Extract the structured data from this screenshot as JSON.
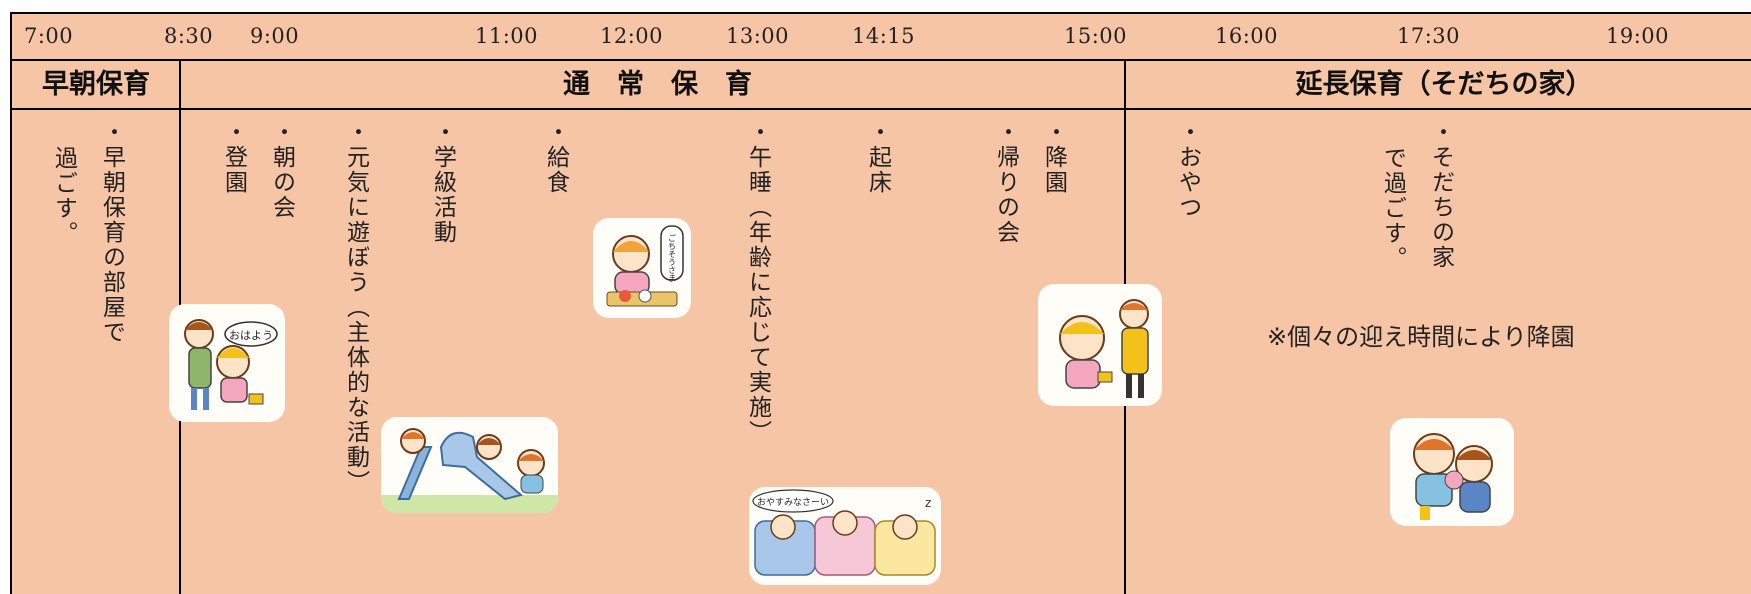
{
  "times": [
    "7:00",
    "8:30",
    "9:00",
    "11:00",
    "12:00",
    "13:00",
    "14:15",
    "15:00",
    "16:00",
    "17:30",
    "19:00"
  ],
  "sections": {
    "early": "早朝保育",
    "regular": "通　常　保　育",
    "extended": "延長保育（そだちの家）"
  },
  "activities": {
    "early_a": "・早朝保育の部屋で",
    "early_b": "過ごす。",
    "arrival": "・登園",
    "morning_meeting": "・朝の会",
    "play_a": "・元気に遊ぼう（主体的な活動）",
    "class_activity": "・学級活動",
    "lunch": "・給食",
    "nap": "・午睡（年齢に応じて実施）",
    "wake": "・起床",
    "goodbye": "・帰りの会",
    "departure": "・降園",
    "snack": "・おやつ",
    "sodachi_a": "・そだちの家",
    "sodachi_b": "で過ごす。"
  },
  "note": "※個々の迎え時間により降園",
  "illustrations": {
    "greeting_bubble": "おはよう",
    "lunch_bubble": "ごちそうさま",
    "nap_bubble": "おやすみなさーい"
  },
  "colors": {
    "background": "#f6c5a6",
    "rule": "#000000"
  }
}
